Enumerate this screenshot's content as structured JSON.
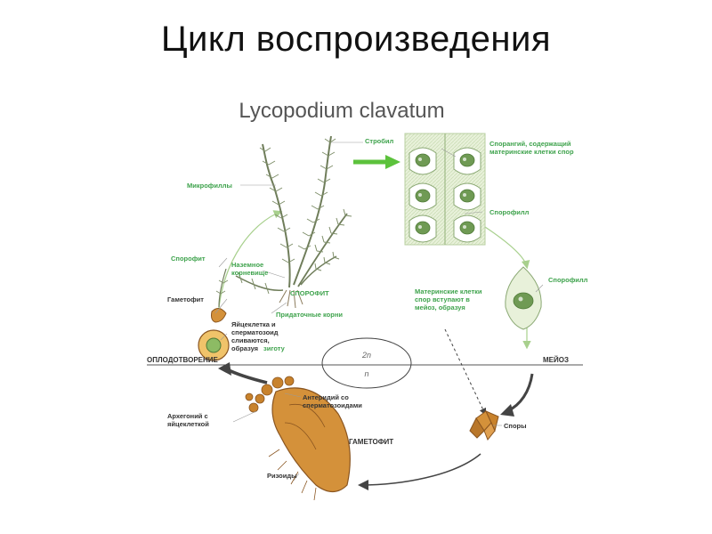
{
  "slide": {
    "title": "Цикл воспроизведения"
  },
  "figure": {
    "species": "Lycopodium clavatum",
    "labels": {
      "strobil": "Стробил",
      "sporangium_1": "Спорангий, содержащий",
      "sporangium_2": "материнские клетки спор",
      "sporophyll_top": "Спорофилл",
      "sporophyll_right": "Спорофилл",
      "microphylls": "Микрофиллы",
      "sporophyte_small": "Спорофит",
      "rhizome_1": "Наземное",
      "rhizome_2": "корневище",
      "sporophyte_big": "СПОРОФИТ",
      "adventitious_roots": "Придаточные корни",
      "gametophyte_small": "Гаметофит",
      "mother_cells_1": "Материнские клетки",
      "mother_cells_2": "спор вступают в",
      "mother_cells_3": "мейоз, образуя",
      "egg_sperm_1": "Яйцеклетка и",
      "egg_sperm_2": "сперматозоид",
      "egg_sperm_3": "сливаются,",
      "egg_sperm_4": "образуя",
      "zygote": "зиготу",
      "fertilization": "ОПЛОДОТВОРЕНИЕ",
      "meiosis": "МЕЙОЗ",
      "ploidy_2n": "2n",
      "ploidy_n": "n",
      "antheridium_1": "Антеридий со",
      "antheridium_2": "сперматозоидами",
      "archegonium_1": "Архегоний с",
      "archegonium_2": "яйцеклеткой",
      "gametophyte_big": "ГАМЕТОФИТ",
      "spores": "Споры",
      "rhizoids": "Ризоиды"
    }
  },
  "colors": {
    "plant_green": "#7f8f6a",
    "cycle_arrow": "#a8d08d",
    "bright_arrow": "#5cc23c",
    "gametophyte_orange": "#d4913a",
    "gametophyte_dark": "#8a5520",
    "strobil_bg": "#e8f1da",
    "sporangium": "#6f9a54",
    "dark_arrow": "#444444",
    "label_green": "#3fa34d"
  }
}
